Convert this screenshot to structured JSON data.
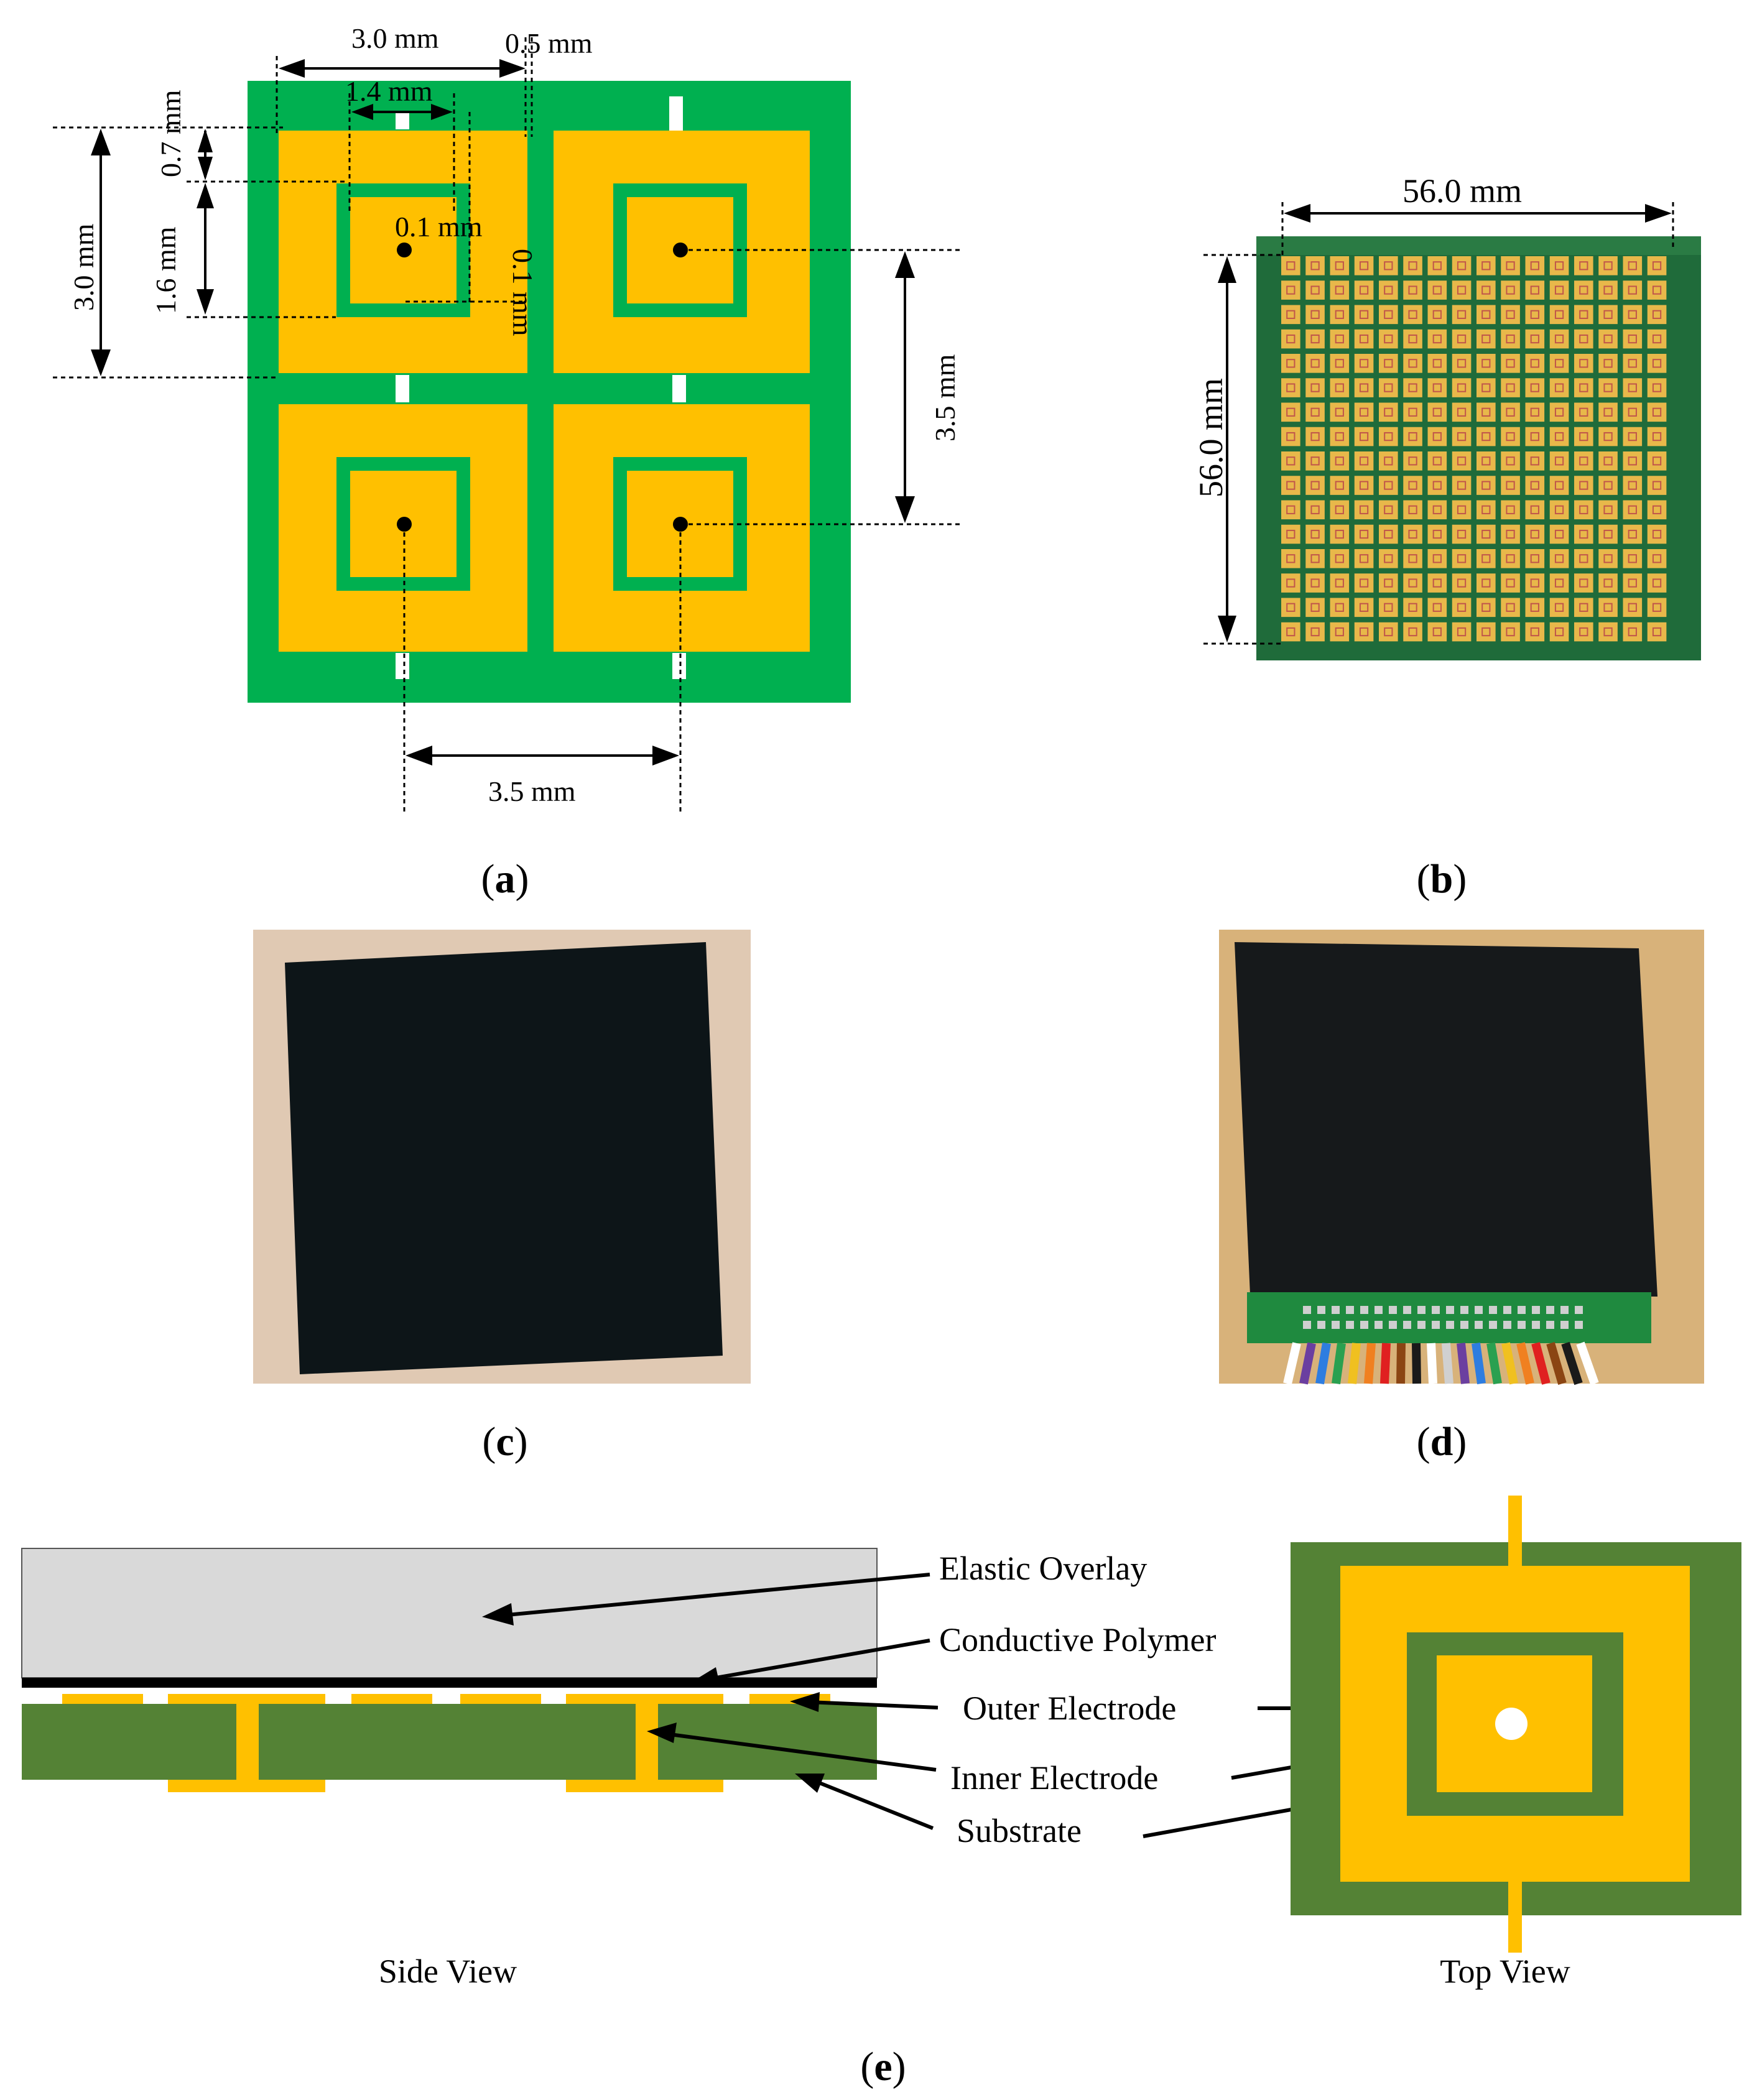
{
  "panel_a": {
    "dims": {
      "width_3_0": "3.0 mm",
      "gap_0_5": "0.5 mm",
      "inner_1_4": "1.4 mm",
      "margin_0_7": "0.7 mm",
      "gap_0_1_h": "0.1 mm",
      "gap_0_1_v": "0.1 mm",
      "height_3_0": "3.0 mm",
      "inner_1_6": "1.6 mm",
      "pitch_v": "3.5 mm",
      "pitch_h": "3.5 mm"
    },
    "caption_letter": "a"
  },
  "panel_b": {
    "width": "56.0 mm",
    "height": "56.0 mm",
    "grid_cells": 16,
    "caption_letter": "b"
  },
  "panel_c": {
    "caption_letter": "c"
  },
  "panel_d": {
    "caption_letter": "d"
  },
  "panel_e": {
    "labels": {
      "elastic_overlay": "Elastic Overlay",
      "conductive_polymer": "Conductive Polymer",
      "outer_electrode": "Outer Electrode",
      "inner_electrode": "Inner Electrode",
      "substrate": "Substrate"
    },
    "side_view": "Side View",
    "top_view": "Top View",
    "caption_letter": "e"
  },
  "colors": {
    "pcb_green": "#00b050",
    "electrode_gold": "#ffc000",
    "substrate_green": "#548235",
    "overlay_gray": "#d9d9d9",
    "pad_yellow": "#e8b84a",
    "rubber_black": "#0d1518",
    "wood_bg": "#dcc4ad"
  }
}
